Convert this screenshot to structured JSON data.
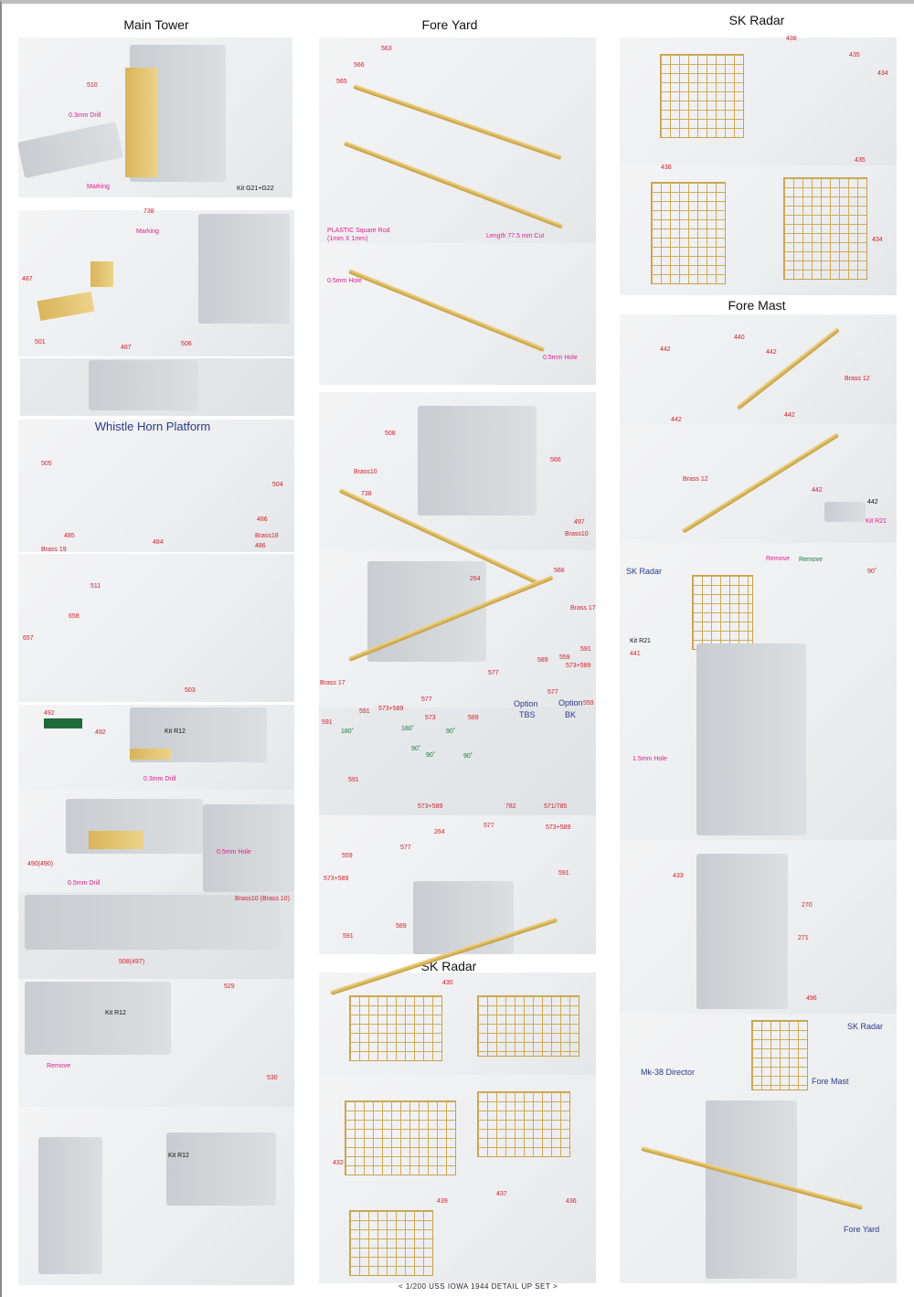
{
  "colors": {
    "part_number": "#d4202c",
    "note": "#e0208c",
    "callout": "#2a3a8c",
    "angle": "#1a7a3a"
  },
  "main_tower": {
    "title": "Main Tower",
    "labels": [
      "510",
      "0.3mm Drill",
      "Marking",
      "Kit G21+G22",
      "738",
      "Marking",
      "487",
      "501",
      "487",
      "506"
    ]
  },
  "whistle": {
    "title": "Whistle Horn Platform",
    "labels": [
      "505",
      "504",
      "486",
      "485",
      "484",
      "Brass18",
      "486",
      "Brass 19"
    ]
  },
  "sg_radar": {
    "title": "SG Radar",
    "labels": [
      "511",
      "658",
      "657",
      "503"
    ]
  },
  "r12_a": {
    "labels": [
      "492",
      "492",
      "Kit R12",
      "0.3mm Drill"
    ]
  },
  "r12_b": {
    "labels": [
      "490(490)",
      "0.5mm Drill",
      "0.5mm Hole"
    ]
  },
  "brass_step": {
    "labels": [
      "Brass10 (Brass 10)",
      "508(497)"
    ]
  },
  "r12_c": {
    "labels": [
      "529",
      "Kit R12",
      "Remove",
      "530"
    ]
  },
  "r12_d": {
    "labels": [
      "Kit R12"
    ]
  },
  "fore_yard": {
    "title": "Fore Yard",
    "labels": [
      "563",
      "566",
      "565",
      "PLASTIC Square  Rod",
      "(1mm X 1mm)",
      "Length 77.5 mm Cut",
      "0.5mm Hole",
      "0.5mm Hole"
    ]
  },
  "fy_2": {
    "labels": [
      "508",
      "Brass10",
      "738",
      "566",
      "497",
      "Brass10"
    ]
  },
  "fy_3": {
    "labels": [
      "264",
      "566",
      "Brass 17",
      "591",
      "589",
      "559",
      "573+589",
      "577",
      "Brass 17",
      "591",
      "573+589",
      "577"
    ]
  },
  "fy_4": {
    "labels": [
      "591",
      "180˚",
      "591",
      "573",
      "180˚",
      "90˚",
      "589",
      "90˚",
      "90˚",
      "90˚",
      "573+589",
      "Option",
      "TBS",
      "577",
      "Option",
      "BK",
      "559",
      "782",
      "571/785"
    ]
  },
  "fy_5": {
    "labels": [
      "577",
      "573+589",
      "264",
      "559",
      "577",
      "573+589",
      "591",
      "589",
      "591"
    ]
  },
  "sk_mid": {
    "title": "SK Radar",
    "labels": [
      "430",
      "432",
      "439",
      "437",
      "436"
    ]
  },
  "sk_right": {
    "title": "SK Radar",
    "labels": [
      "438",
      "435",
      "434",
      "438",
      "435",
      "434"
    ]
  },
  "fore_mast": {
    "title": "Fore Mast",
    "labels": [
      "442",
      "440",
      "442",
      "Brass 12",
      "442",
      "442",
      "442",
      "Brass 12",
      "442",
      "Kit R21",
      "Remove",
      "Remove",
      "90˚",
      "441"
    ]
  },
  "assembly": {
    "labels": [
      "SK Radar",
      "Kit R21",
      "441",
      "1.5mm Hole",
      "433",
      "270",
      "271",
      "496"
    ]
  },
  "final": {
    "labels": [
      "SK Radar",
      "Mk-38 Director",
      "Fore Mast",
      "Fore Yard"
    ]
  },
  "footer": "< 1/200 USS IOWA 1944 DETAIL UP SET >"
}
